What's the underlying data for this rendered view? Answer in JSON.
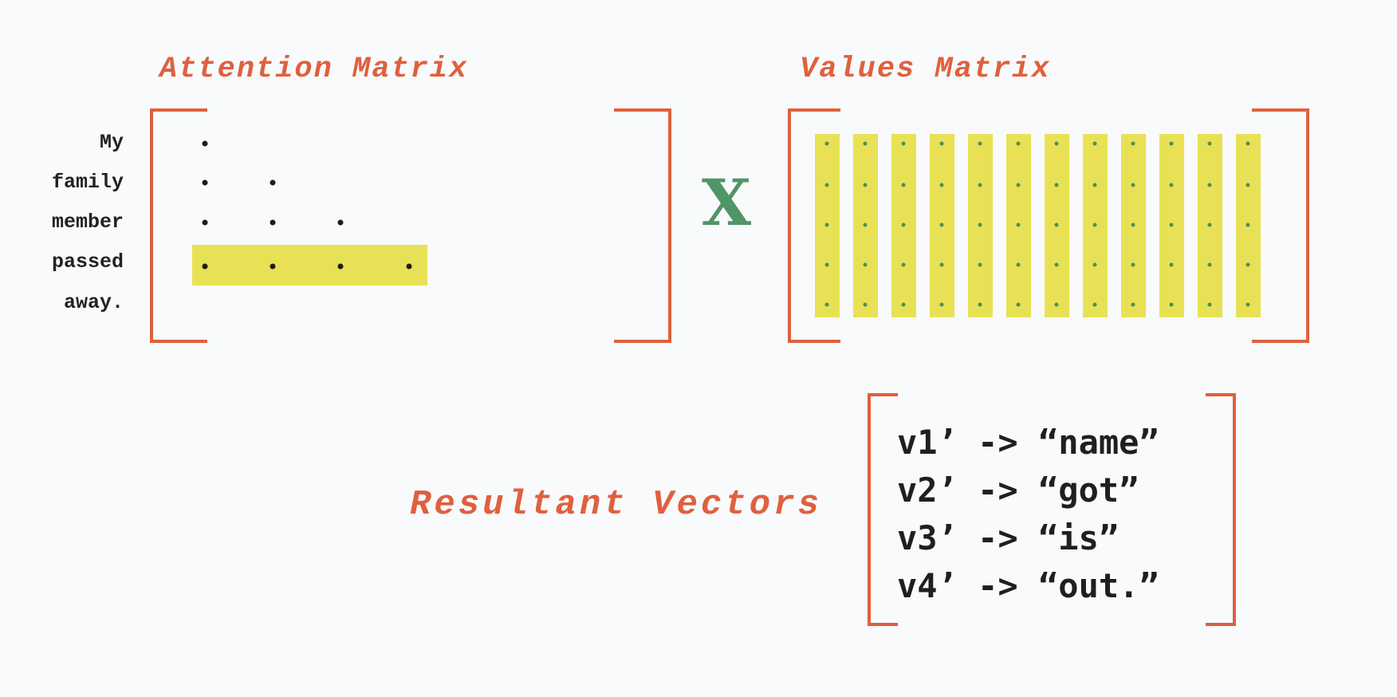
{
  "attention": {
    "title": "Attention Matrix",
    "rows": [
      "My",
      "family",
      "member",
      "passed",
      "away."
    ],
    "highlighted_row": 3,
    "dots_per_row": [
      1,
      2,
      3,
      4
    ]
  },
  "operator": {
    "symbol": "X"
  },
  "values": {
    "title": "Values Matrix",
    "columns": 12,
    "dots_per_column": 5
  },
  "resultant": {
    "title": "Resultant Vectors",
    "lines": [
      "v1’ -> “name”",
      "v2’ -> “got”",
      "v3’ -> “is”",
      "v4’ -> “out.”"
    ]
  },
  "colors": {
    "accent": "#e0603d",
    "highlight": "#e9e155",
    "operator": "#4f9565",
    "value_dot": "#4f8e56"
  }
}
